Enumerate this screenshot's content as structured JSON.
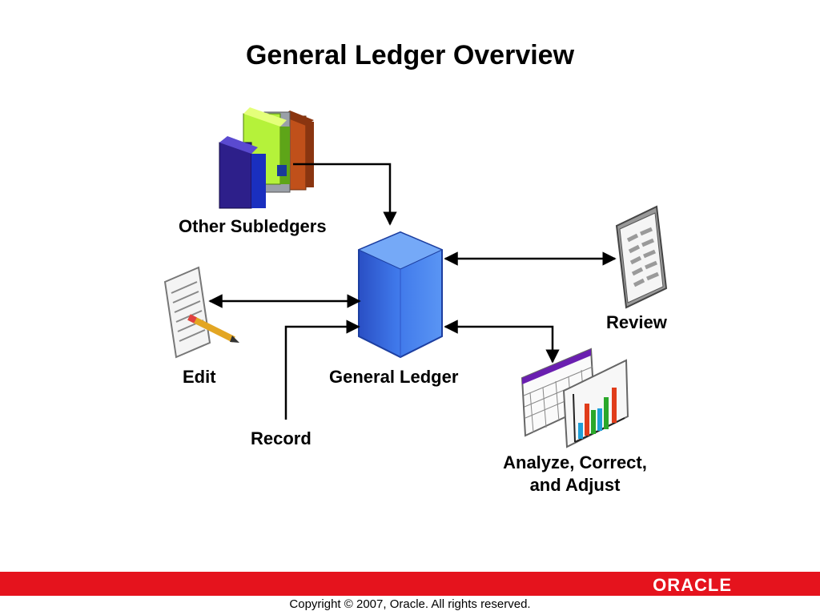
{
  "title": "General Ledger Overview",
  "nodes": {
    "subledgers": "Other Subledgers",
    "general_ledger": "General Ledger",
    "edit": "Edit",
    "review": "Review",
    "record": "Record",
    "analyze_line1": "Analyze, Correct,",
    "analyze_line2": "and Adjust"
  },
  "footer": {
    "brand": "ORACLE",
    "copyright": "Copyright © 2007, Oracle. All rights reserved."
  },
  "colors": {
    "accent": "#e5131d",
    "cylinder": "#3b6fe0"
  }
}
